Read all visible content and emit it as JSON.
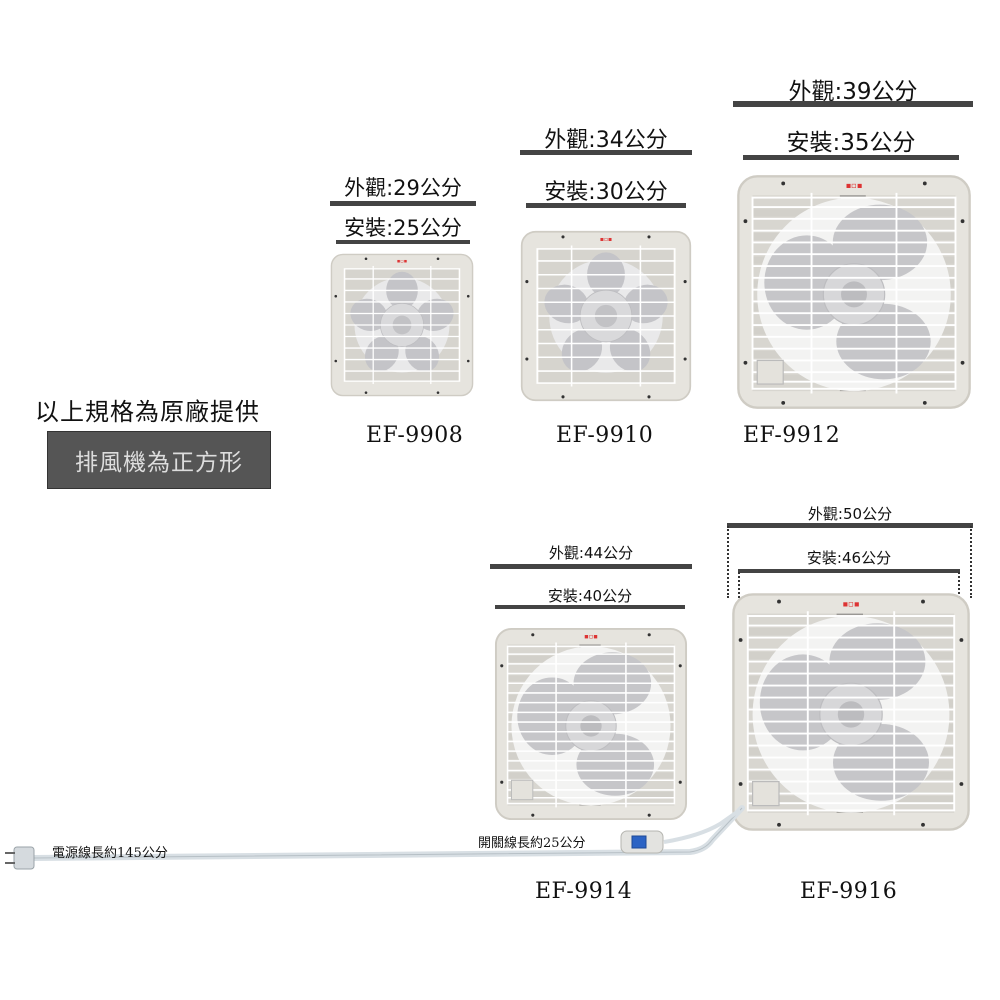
{
  "colors": {
    "bar": "#444444",
    "note_box_bg": "#555555",
    "note_box_text": "#dddddd",
    "fan_frame": "#e4e2dc",
    "fan_blade": "#c9c9cc",
    "fan_blade_light": "#f2f2f2",
    "switch_button": "#2b63c4"
  },
  "notes": {
    "title": "以上規格為原廠提供",
    "box": "排風機為正方形"
  },
  "fans": [
    {
      "model": "EF-9908",
      "outer": "外觀:29公分",
      "install": "安裝:25公分"
    },
    {
      "model": "EF-9910",
      "outer": "外觀:34公分",
      "install": "安裝:30公分"
    },
    {
      "model": "EF-9912",
      "outer": "外觀:39公分",
      "install": "安裝:35公分"
    },
    {
      "model": "EF-9914",
      "outer": "外觀:44公分",
      "install": "安裝:40公分"
    },
    {
      "model": "EF-9916",
      "outer": "外觀:50公分",
      "install": "安裝:46公分"
    }
  ],
  "cords": {
    "power_cord": "電源線長約145公分",
    "switch_cord": "開關線長約25公分"
  },
  "icons": {
    "plug": "power-plug-icon",
    "switch": "rocker-switch-icon",
    "fan": "exhaust-fan-icon"
  }
}
